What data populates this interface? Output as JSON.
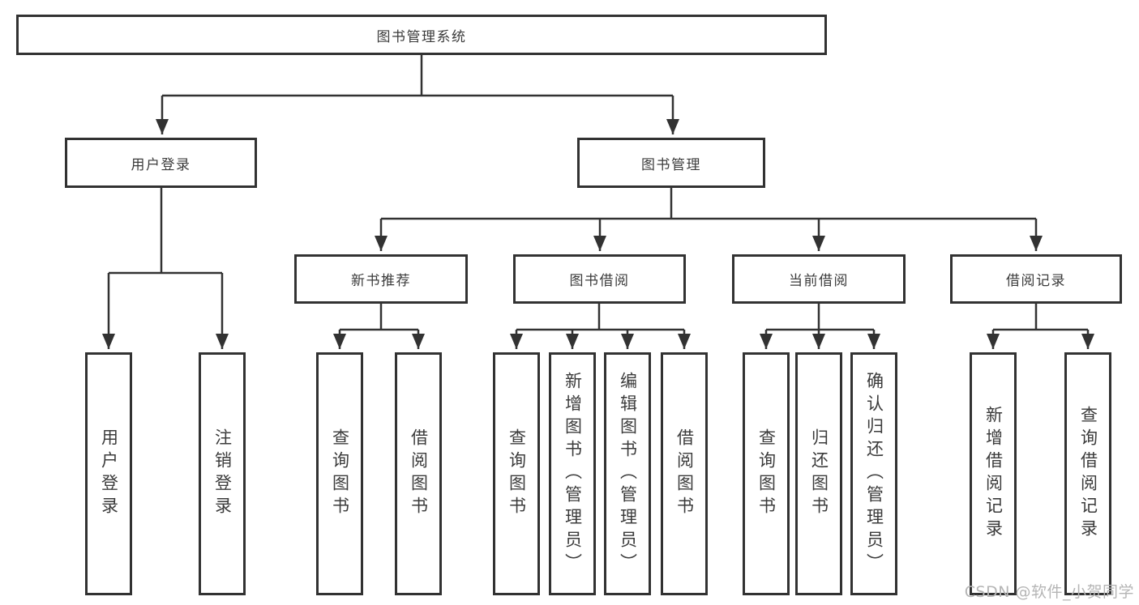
{
  "colors": {
    "line": "#323232",
    "box_border": "#323232",
    "text": "#3b3b3b",
    "watermark": "#b5b5b5",
    "background": "#ffffff"
  },
  "diagram": {
    "root": {
      "label": "图书管理系统"
    },
    "level2": [
      {
        "label": "用户登录"
      },
      {
        "label": "图书管理"
      }
    ],
    "level3": [
      {
        "label": "新书推荐"
      },
      {
        "label": "图书借阅"
      },
      {
        "label": "当前借阅"
      },
      {
        "label": "借阅记录"
      }
    ],
    "leaves": {
      "user_login": [
        "用户登录",
        "注销登录"
      ],
      "new_book": [
        "查询图书",
        "借阅图书"
      ],
      "book_borrow": [
        "查询图书",
        "新增图书（管理员）",
        "编辑图书（管理员）",
        "借阅图书"
      ],
      "current_borrow": [
        "查询图书",
        "归还图书",
        "确认归还（管理员）"
      ],
      "borrow_records": [
        "新增借阅记录",
        "查询借阅记录"
      ]
    }
  },
  "watermark": {
    "text": "CSDN @软件_小贺同学"
  }
}
